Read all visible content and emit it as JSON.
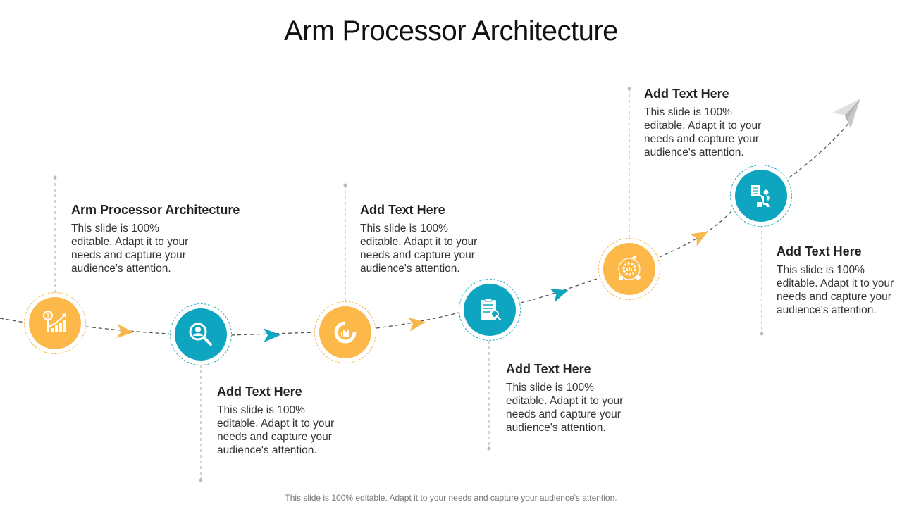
{
  "title": "Arm Processor Architecture",
  "footer": "This slide is 100% editable. Adapt it to your needs and capture your audience's attention.",
  "colors": {
    "orange": "#fdb84a",
    "teal": "#0ea5c0",
    "connector": "#555555",
    "plane": "#d9d9d9"
  },
  "steps": [
    {
      "heading": "Arm Processor Architecture",
      "body": "This slide is 100% editable. Adapt it to your needs and capture your audience's attention.",
      "icon": "dollar-growth-chart-icon",
      "color": "orange",
      "text_position": "above"
    },
    {
      "heading": "Add Text Here",
      "body": "This slide is 100% editable. Adapt it to your needs and capture your audience's attention.",
      "icon": "user-search-icon",
      "color": "teal",
      "text_position": "below"
    },
    {
      "heading": "Add Text Here",
      "body": "This slide is 100% editable. Adapt it to your needs and capture your audience's attention.",
      "icon": "donut-chart-icon",
      "color": "orange",
      "text_position": "above"
    },
    {
      "heading": "Add Text Here",
      "body": "This slide is 100% editable. Adapt it to your needs and capture your audience's attention.",
      "icon": "clipboard-search-icon",
      "color": "teal",
      "text_position": "below"
    },
    {
      "heading": "Add Text Here",
      "body": "This slide is 100% editable. Adapt it to your needs and capture your audience's attention.",
      "icon": "marketing-cycle-icon",
      "color": "orange",
      "text_position": "above"
    },
    {
      "heading": "Add Text Here",
      "body": "This slide is 100% editable. Adapt it to your needs and capture your audience's attention.",
      "icon": "presenter-icon",
      "color": "teal",
      "text_position": "below"
    }
  ]
}
